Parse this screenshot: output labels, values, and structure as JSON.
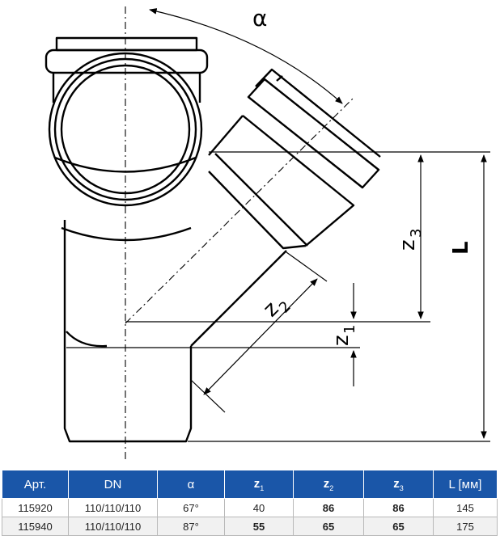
{
  "drawing": {
    "angle_label": "α",
    "z1_main": "z",
    "z1_sub": "1",
    "z2_main": "z",
    "z2_sub": "2",
    "z3_main": "z",
    "z3_sub": "3",
    "length_label": "L"
  },
  "table": {
    "headers": {
      "art": "Арт.",
      "dn": "DN",
      "alpha": "α",
      "z1_main": "z",
      "z1_sub": "1",
      "z2_main": "z",
      "z2_sub": "2",
      "z3_main": "z",
      "z3_sub": "3",
      "length": "L [мм]"
    },
    "rows": [
      {
        "art": "115920",
        "dn": "110/110/110",
        "alpha": "67°",
        "z1": "40",
        "z2": "86",
        "z3": "86",
        "length": "145"
      },
      {
        "art": "115940",
        "dn": "110/110/110",
        "alpha": "87°",
        "z1": "55",
        "z2": "65",
        "z3": "65",
        "length": "175"
      }
    ]
  },
  "colors": {
    "header_bg": "#1a56a8",
    "header_text": "#ffffff",
    "line": "#000000"
  }
}
